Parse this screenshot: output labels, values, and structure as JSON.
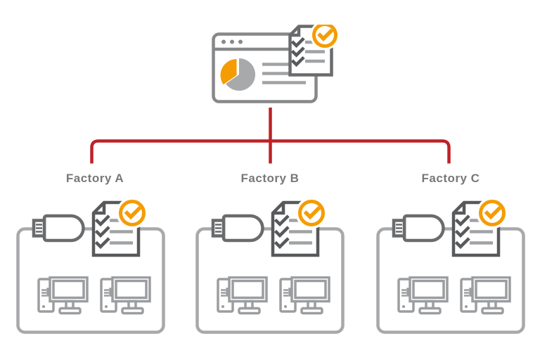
{
  "page": {
    "background": "#ffffff",
    "type": "infographic-diagram"
  },
  "header_icon": {
    "name": "central-dashboard-report-verified",
    "parts": [
      "browser-window",
      "pie-chart",
      "report-text-lines",
      "checklist-document",
      "verified-check-badge"
    ]
  },
  "connector": {
    "shape": "tree",
    "color": "#be2126"
  },
  "factories": [
    {
      "label": "Factory A",
      "icons": [
        "usb-drive",
        "verified-checklist",
        "desktop-computer",
        "desktop-computer"
      ]
    },
    {
      "label": "Factory B",
      "icons": [
        "usb-drive",
        "verified-checklist",
        "desktop-computer",
        "desktop-computer"
      ]
    },
    {
      "label": "Factory C",
      "icons": [
        "usb-drive",
        "verified-checklist",
        "desktop-computer",
        "desktop-computer"
      ]
    }
  ],
  "colors": {
    "accent_red": "#be2126",
    "accent_orange": "#f59c00",
    "gray_dark": "#58595b",
    "gray_mid": "#87888a",
    "gray_light": "#a7a9ab",
    "gray_computer": "#9b9da0",
    "label_text": "#77787b",
    "background": "#ffffff"
  }
}
